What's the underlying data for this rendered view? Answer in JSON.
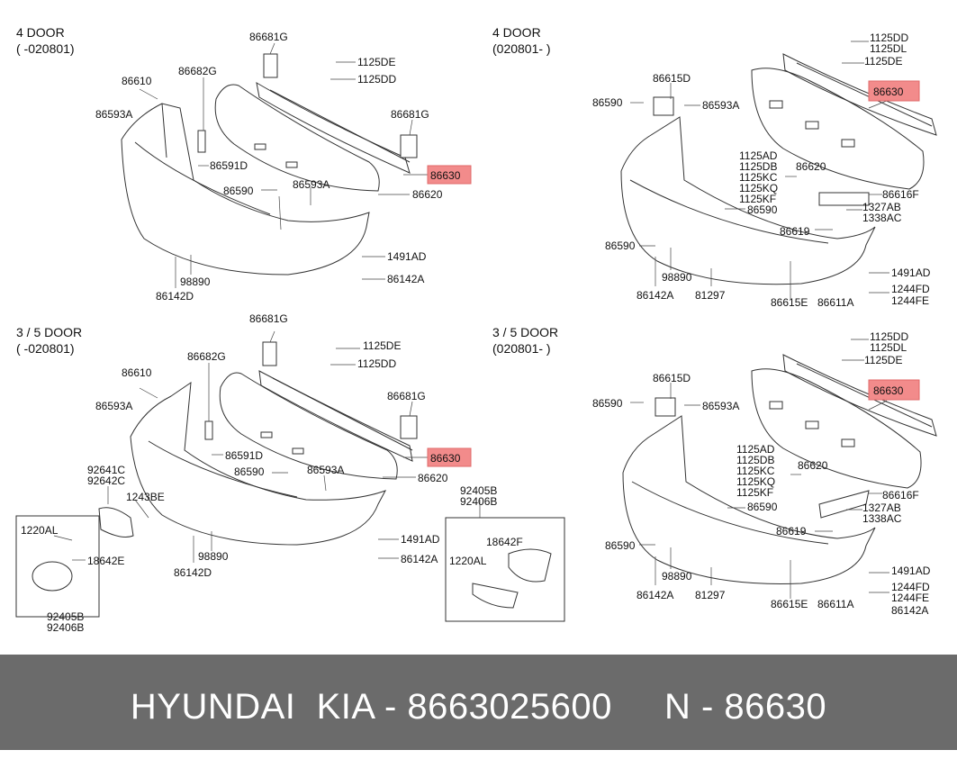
{
  "panels": [
    {
      "title": "4 DOOR",
      "period": "( -020801)",
      "labels": [
        "86681G",
        "1125DE",
        "1125DD",
        "86682G",
        "86610",
        "86593A",
        "86681G",
        "86591D",
        "86630",
        "86590",
        "86593A",
        "86620",
        "1491AD",
        "98890",
        "86142A",
        "86142D"
      ]
    },
    {
      "title": "4 DOOR",
      "period": "(020801- )",
      "labels": [
        "1125DD",
        "1125DL",
        "1125DE",
        "86630",
        "86615D",
        "86590",
        "86593A",
        "1125AD",
        "1125DB",
        "1125KC",
        "1125KQ",
        "1125KF",
        "86620",
        "86616F",
        "86590",
        "1327AB",
        "1338AC",
        "86619",
        "86590",
        "98890",
        "1491AD",
        "1244FD",
        "1244FE",
        "86142A",
        "81297",
        "86615E",
        "86611A"
      ]
    },
    {
      "title": "3 / 5 DOOR",
      "period": "( -020801)",
      "labels": [
        "86681G",
        "1125DE",
        "1125DD",
        "86682G",
        "86610",
        "86593A",
        "86681G",
        "86591D",
        "86630",
        "92641C",
        "92642C",
        "86590",
        "86593A",
        "86620",
        "1243BE",
        "92405B",
        "92406B",
        "1220AL",
        "18642F",
        "18642E",
        "1220AL",
        "1491AD",
        "98890",
        "86142A",
        "86142D",
        "92405B",
        "92406B"
      ]
    },
    {
      "title": "3 / 5 DOOR",
      "period": "(020801- )",
      "labels": [
        "1125DD",
        "1125DL",
        "1125DE",
        "86630",
        "86615D",
        "86590",
        "86593A",
        "1125AD",
        "1125DB",
        "1125KC",
        "1125KQ",
        "1125KF",
        "86620",
        "86616F",
        "86590",
        "1327AB",
        "1338AC",
        "86619",
        "86590",
        "98890",
        "1491AD",
        "1244FD",
        "1244FE",
        "86142A",
        "81297",
        "86615E",
        "86611A",
        "86142A"
      ]
    }
  ],
  "highlight_part": "86630",
  "highlight_color": "#f28b8b",
  "footer": {
    "text": "HYUNDAI  KIA - 8663025600     N - 86630",
    "background": "#6b6b6b",
    "color": "#ffffff"
  }
}
